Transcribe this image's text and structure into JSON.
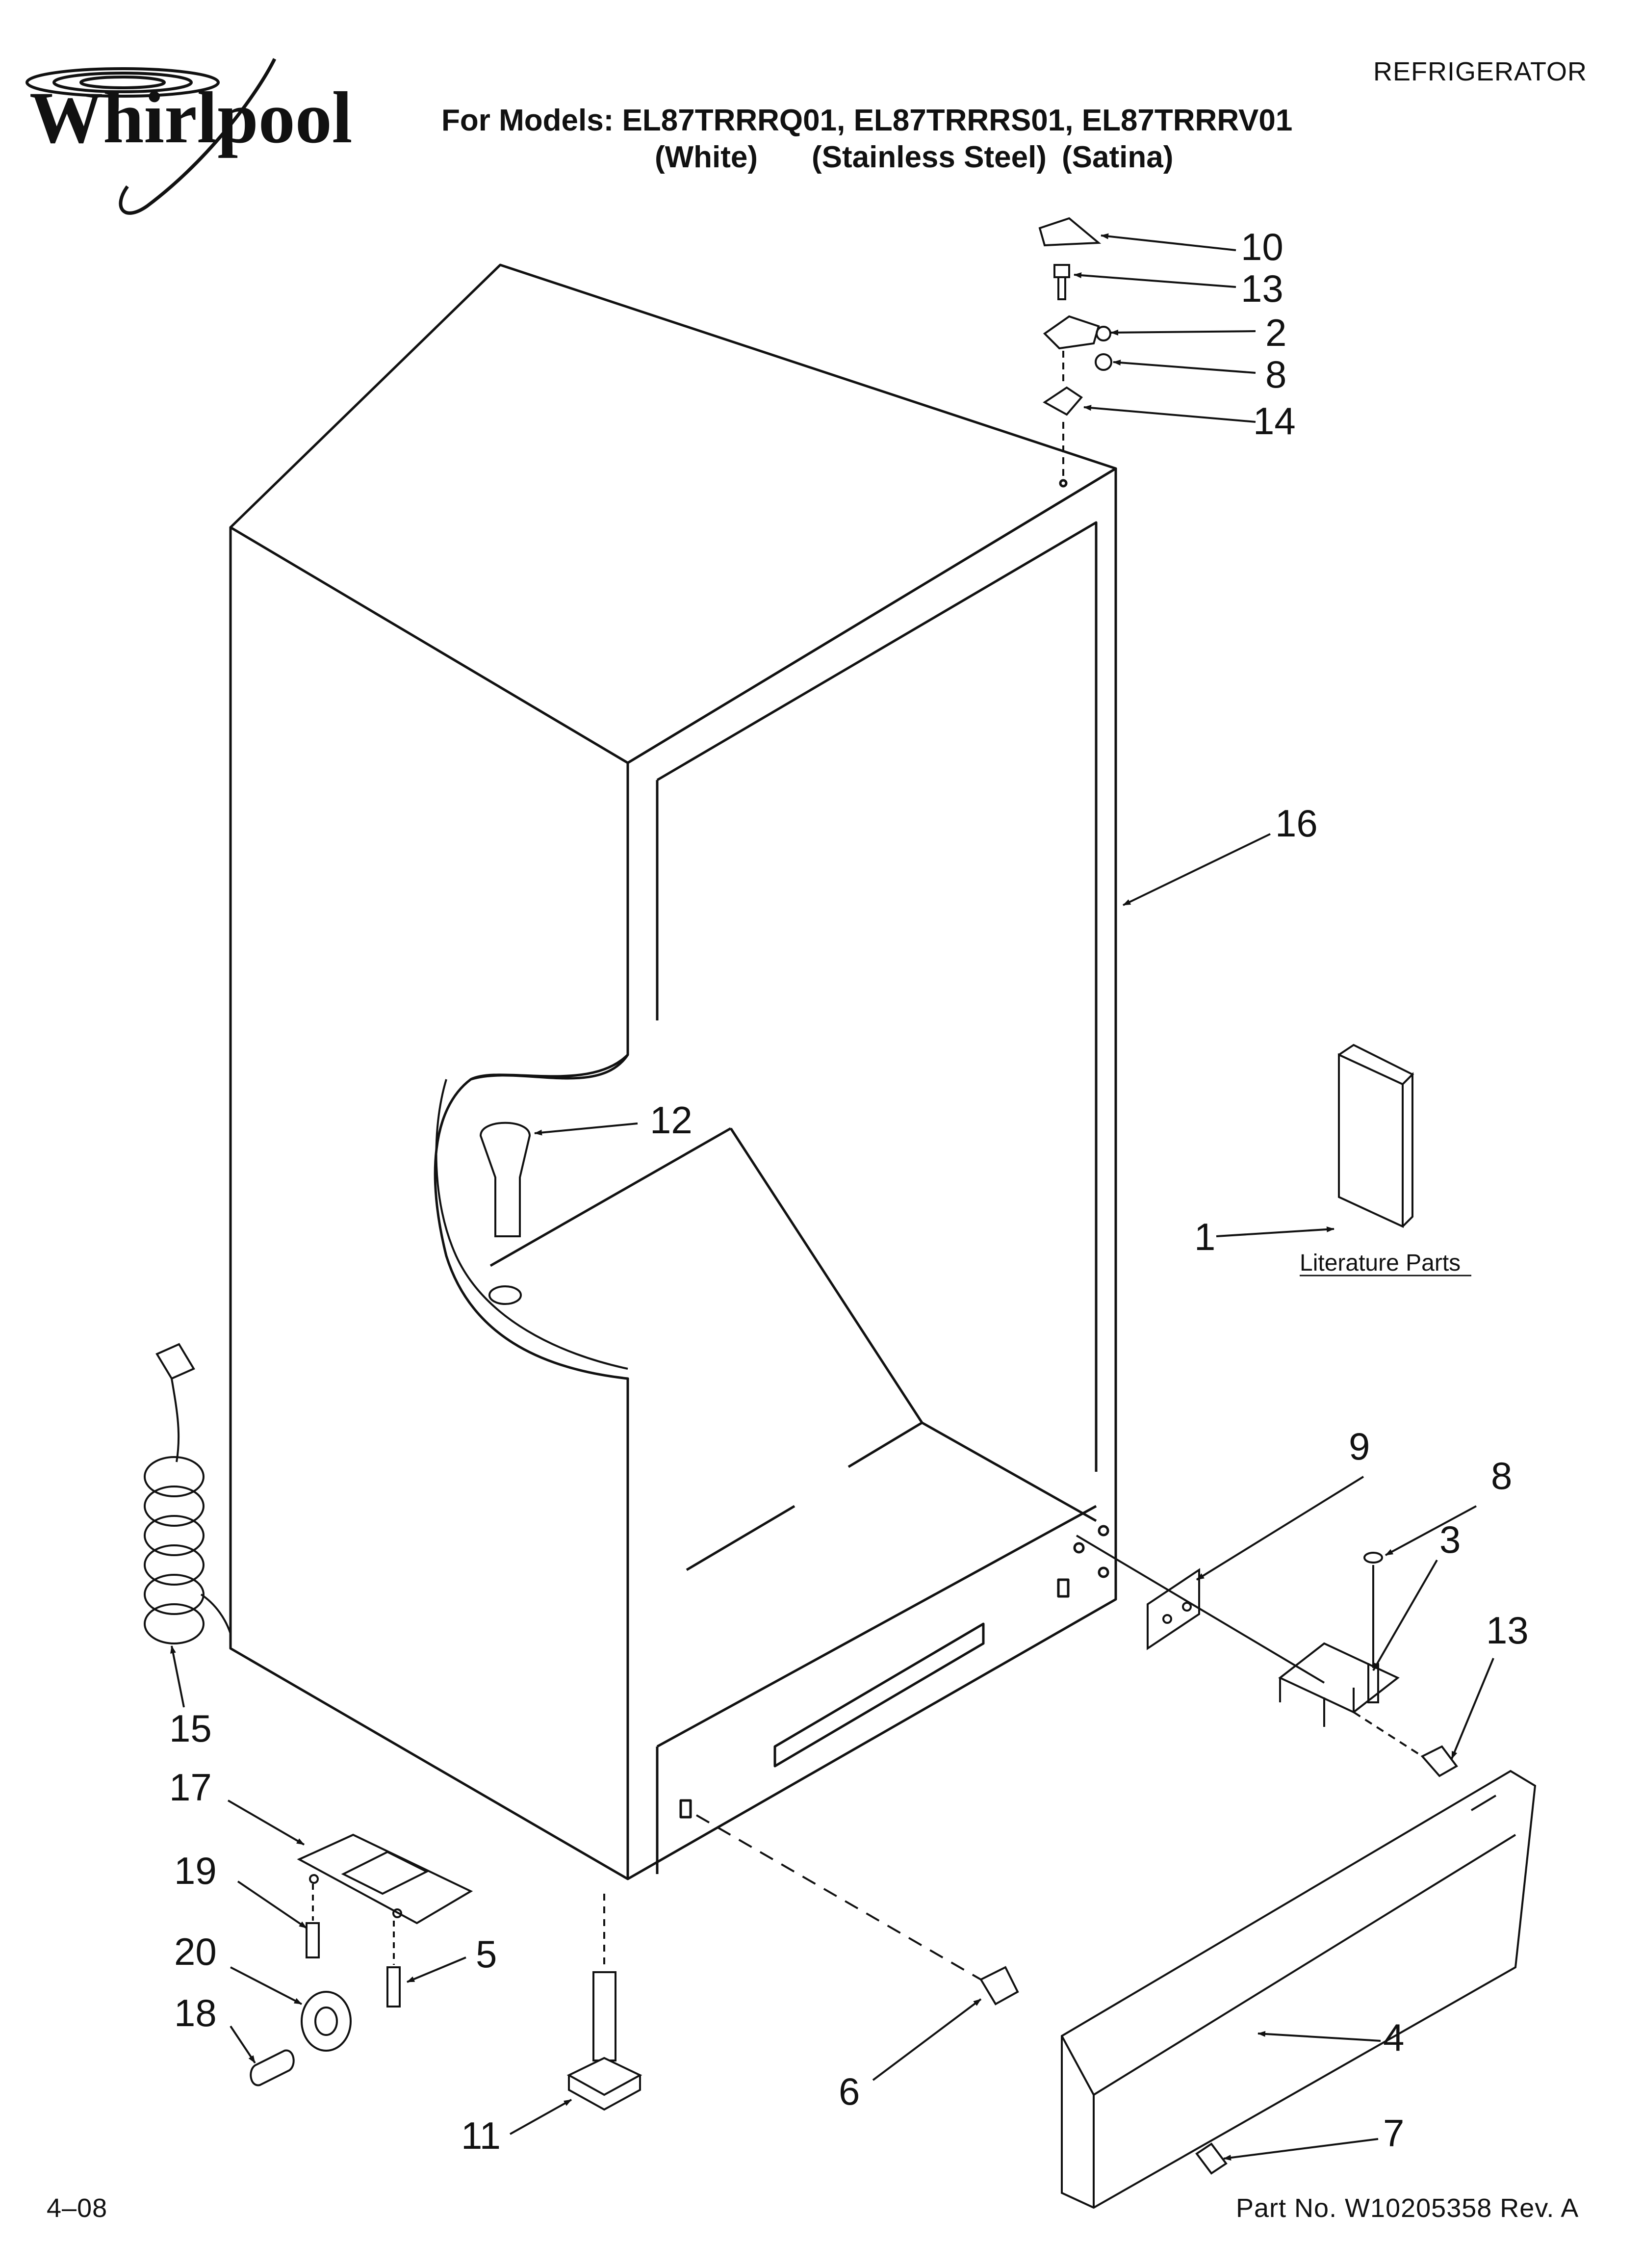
{
  "header": {
    "category": "REFRIGERATOR",
    "models_line": "For Models: EL87TRRRQ01, EL87TRRRS01, EL87TRRRV01",
    "variants": [
      "(White)",
      "(Stainless Steel)",
      "(Satina)"
    ]
  },
  "logo": {
    "brand": "Whirlpool",
    "icon": "whirlpool-swirl-icon"
  },
  "callouts": [
    "10",
    "13",
    "2",
    "8",
    "14",
    "16",
    "12",
    "1",
    "9",
    "8",
    "3",
    "13",
    "15",
    "17",
    "19",
    "20",
    "5",
    "18",
    "11",
    "6",
    "4",
    "7"
  ],
  "literature_label": "Literature Parts",
  "footer": {
    "date": "4–08",
    "part_number": "Part No. W10205358 Rev. A"
  }
}
